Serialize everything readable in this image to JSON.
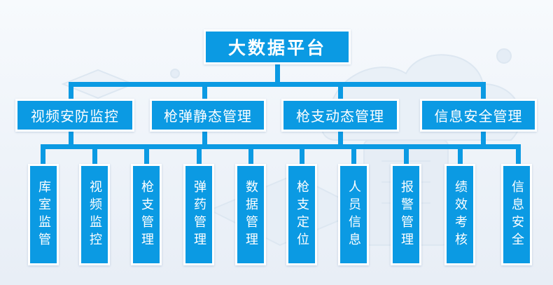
{
  "title": "大数据平台",
  "categories": [
    {
      "label": "视频安防监控"
    },
    {
      "label": "枪弹静态管理"
    },
    {
      "label": "枪支动态管理"
    },
    {
      "label": "信息安全管理"
    }
  ],
  "leaves": [
    {
      "label": "库室监管"
    },
    {
      "label": "视频监控"
    },
    {
      "label": "枪支管理"
    },
    {
      "label": "弹药管理"
    },
    {
      "label": "数据管理"
    },
    {
      "label": "枪支定位"
    },
    {
      "label": "人员信息"
    },
    {
      "label": "报警管理"
    },
    {
      "label": "绩效考核"
    },
    {
      "label": "信息安全"
    }
  ],
  "colors": {
    "node_fill": "#0b9ae3",
    "node_border": "#ffffff",
    "background": "#eef3f9"
  }
}
